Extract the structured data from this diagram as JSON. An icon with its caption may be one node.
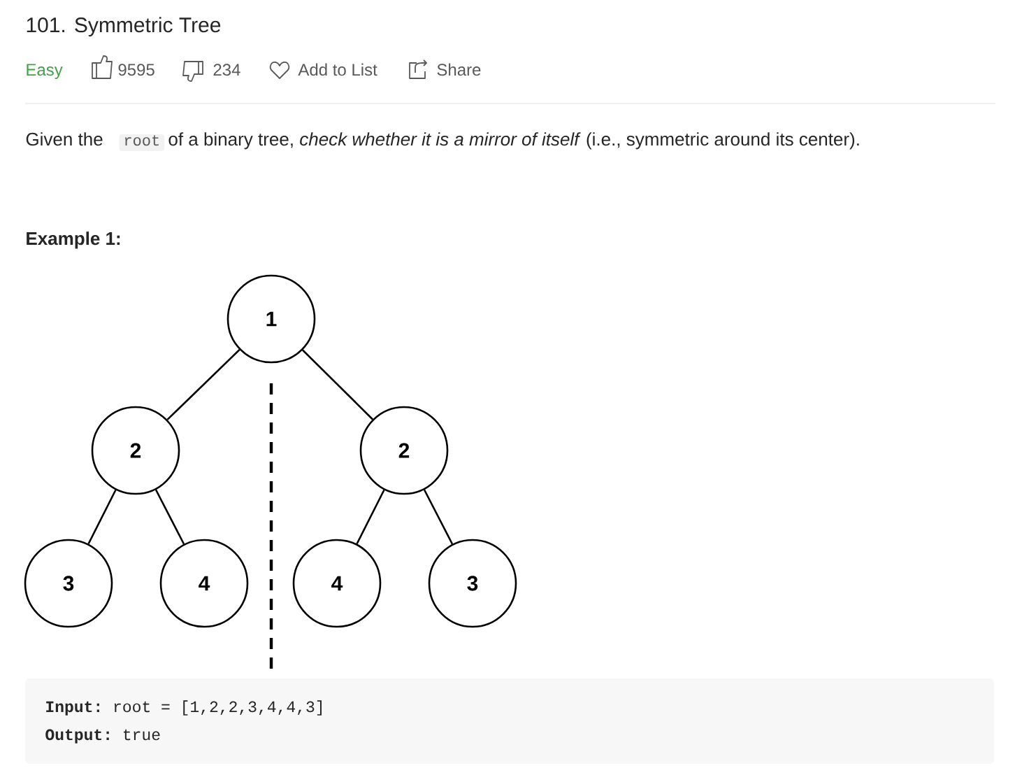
{
  "diagram": {
    "title": "101. Symmetric Tree",
    "nodes": [
      {
        "text": [
          "1"
        ]
      },
      {
        "text": [
          "2"
        ]
      },
      {
        "text": [
          "2"
        ]
      },
      {
        "text": [
          "3"
        ]
      },
      {
        "text": [
          "4"
        ]
      },
      {
        "text": [
          "4"
        ]
      },
      {
        "text": [
          "3"
        ]
      }
    ],
    "edges": [
      {
        "from": 0,
        "to": 1,
        "arrow": "none"
      },
      {
        "from": 0,
        "to": 2,
        "arrow": "none"
      },
      {
        "from": 1,
        "to": 3,
        "arrow": "none"
      },
      {
        "from": 1,
        "to": 4,
        "arrow": "none"
      },
      {
        "from": 2,
        "to": 5,
        "arrow": "none"
      },
      {
        "from": 2,
        "to": 6,
        "arrow": "none"
      }
    ],
    "labels": [
      "Easy",
      "9595",
      "234",
      "Add to List",
      "Share",
      "Given the",
      "root",
      "of a binary tree, *check whether it is a mirror of itself* (i.e., symmetric around its center).",
      "Example 1:",
      "**Input:** root = [1,2,2,3,4,4,3]",
      "**Output:** true"
    ]
  }
}
